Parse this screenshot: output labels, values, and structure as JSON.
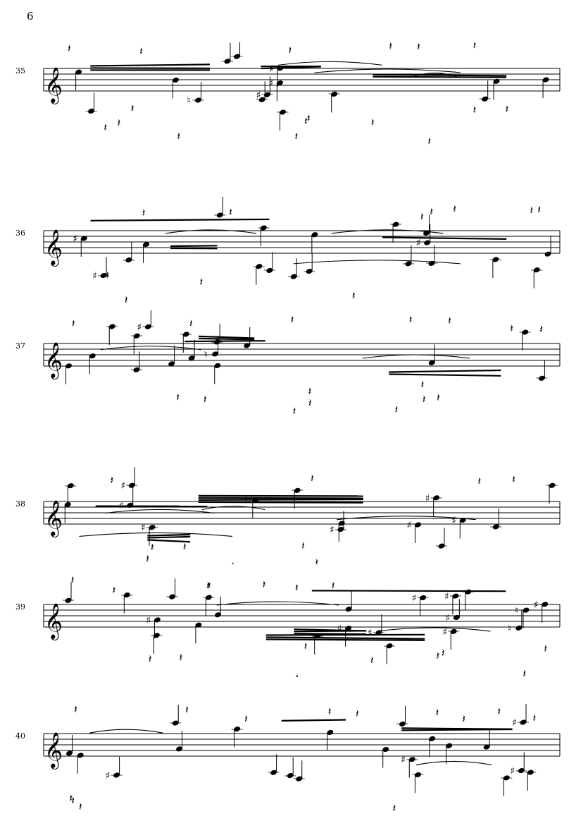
{
  "page": {
    "number": "6"
  },
  "systems": [
    {
      "measure": "35"
    },
    {
      "measure": "36"
    },
    {
      "measure": "37"
    },
    {
      "measure": "38"
    },
    {
      "measure": "39"
    },
    {
      "measure": "40"
    }
  ],
  "notation": {
    "clef": "treble-clef",
    "accidentals": [
      "♯",
      "♮"
    ],
    "rest_glyph": "𝄽"
  }
}
